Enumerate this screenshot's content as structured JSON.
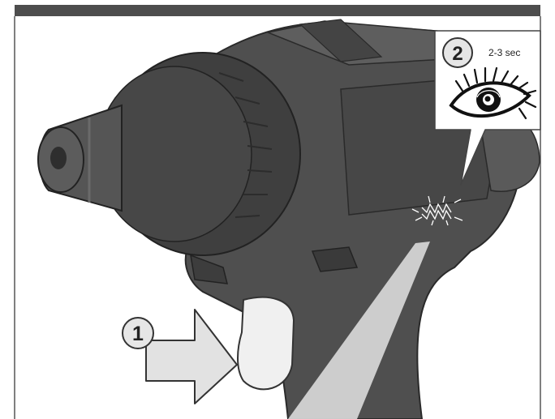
{
  "steps": [
    {
      "number": "1"
    },
    {
      "number": "2",
      "duration": "2-3 sec"
    }
  ],
  "colors": {
    "header_bar": "#4d4d4d",
    "tool_body": "#4f4f4f",
    "tool_dark": "#3b3b3b",
    "tool_highlight": "#6a6a6a",
    "trigger": "#f0f0f0",
    "arrow_fill": "#e2e2e2",
    "light_beam": "#d4d4d4"
  },
  "icons": [
    "press-arrow-icon",
    "eye-icon",
    "led-glow-icon"
  ]
}
